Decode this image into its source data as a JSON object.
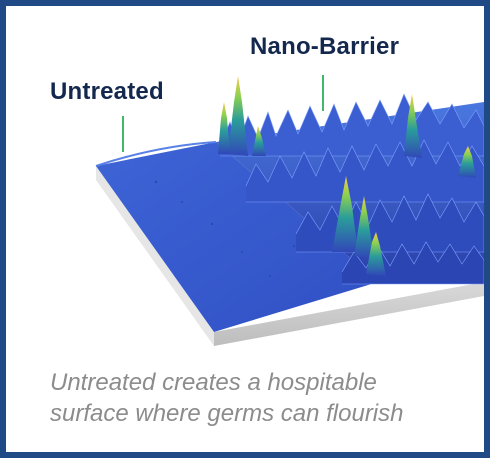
{
  "labels": {
    "untreated": "Untreated",
    "nano_barrier": "Nano-Barrier"
  },
  "caption": {
    "line1": "Untreated creates a hospitable",
    "line2": "surface where germs can flourish"
  },
  "colors": {
    "frame": "#1f4a85",
    "label_text": "#14284e",
    "leader_line": "#3fb86a",
    "caption_text": "#8c8c8c",
    "surface_blue": "#3a5bd0",
    "slab_side": "#cfcfcf"
  }
}
